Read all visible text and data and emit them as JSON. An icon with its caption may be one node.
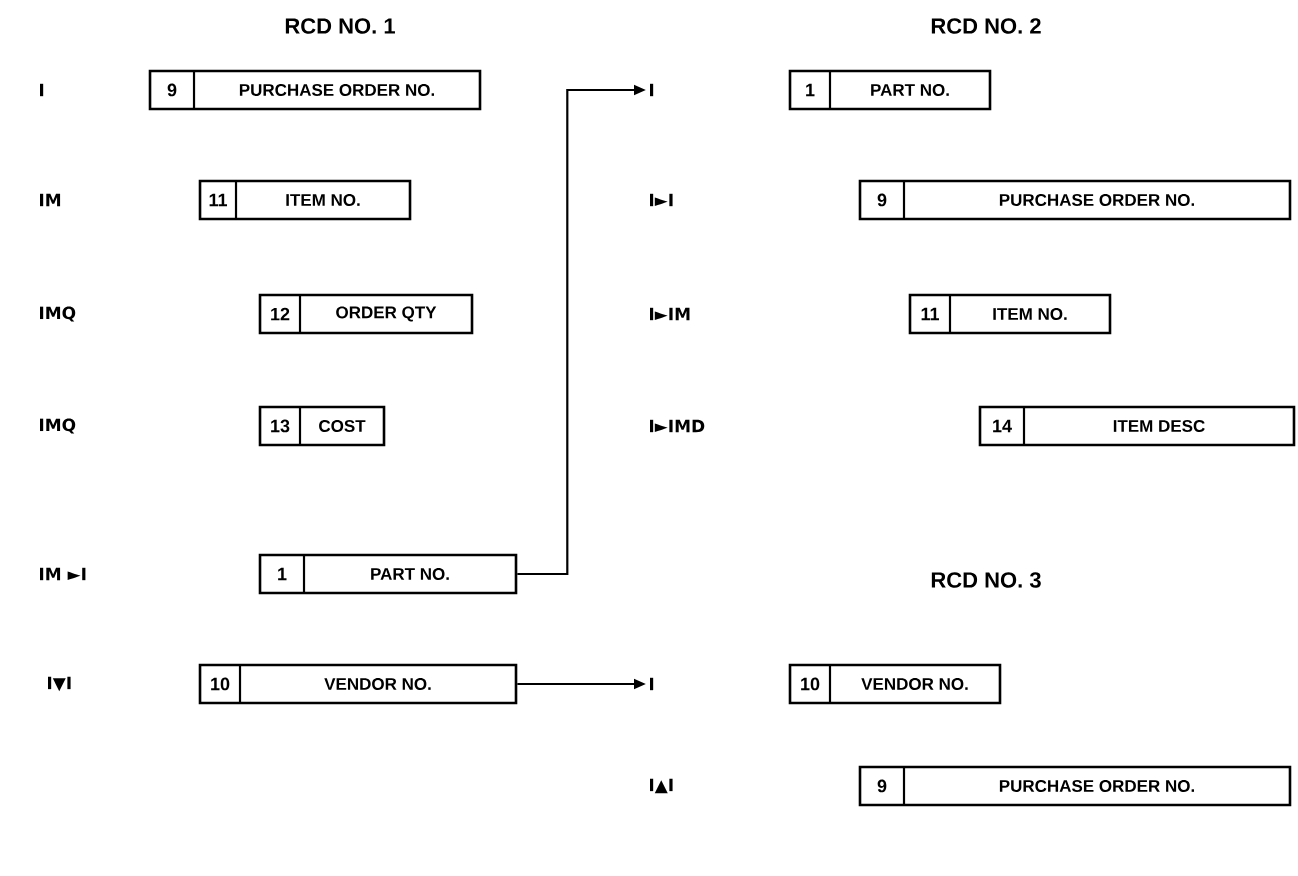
{
  "diagram": {
    "nodes": [
      {
        "text": [
          "I"
        ]
      },
      {
        "text": [
          "9",
          "PURCHASE ORDER NO."
        ]
      },
      {
        "text": [
          "IM"
        ]
      },
      {
        "text": [
          "11",
          "ITEM NO."
        ]
      },
      {
        "text": [
          "IMQ"
        ]
      },
      {
        "text": [
          "12",
          "ORDER QTY"
        ]
      },
      {
        "text": [
          "IMQ"
        ]
      },
      {
        "text": [
          "13",
          "COST"
        ]
      },
      {
        "text": [
          "IM ►I"
        ]
      },
      {
        "text": [
          "1",
          "PART NO."
        ]
      },
      {
        "text": [
          "I▼I"
        ]
      },
      {
        "text": [
          "10",
          "VENDOR NO."
        ]
      },
      {
        "text": [
          "I"
        ]
      },
      {
        "text": [
          "1",
          "PART NO."
        ]
      },
      {
        "text": [
          "I►I"
        ]
      },
      {
        "text": [
          "9",
          "PURCHASE ORDER NO."
        ]
      },
      {
        "text": [
          "I►IM"
        ]
      },
      {
        "text": [
          "11",
          "ITEM NO."
        ]
      },
      {
        "text": [
          "I►IMD"
        ]
      },
      {
        "text": [
          "14",
          "ITEM DESC"
        ]
      },
      {
        "text": [
          "I"
        ]
      },
      {
        "text": [
          "10",
          "VENDOR NO."
        ]
      },
      {
        "text": [
          "I▲I"
        ]
      },
      {
        "text": [
          "9",
          "PURCHASE ORDER NO."
        ]
      }
    ],
    "edges": [
      {
        "from": 9,
        "to": 12,
        "arrow": "to"
      },
      {
        "from": 11,
        "to": 20,
        "arrow": "to"
      }
    ],
    "labels": [
      "RCD NO. 1",
      "RCD NO. 2",
      "RCD NO. 3"
    ]
  }
}
